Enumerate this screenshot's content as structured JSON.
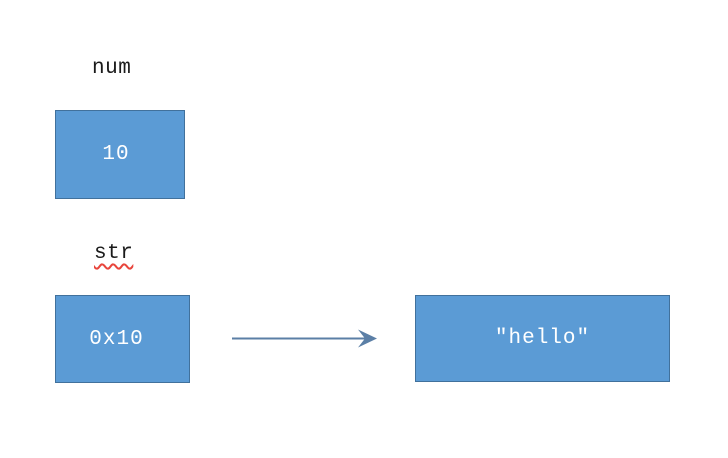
{
  "diagram": {
    "title": "pointer-variable-memory-diagram",
    "background_color": "#ffffff",
    "box_fill_color": "#5b9bd5",
    "box_border_color": "#41719c",
    "box_text_color": "#ffffff",
    "arrow_color": "#5b7fa6",
    "spellcheck_underline_color": "#e8453c",
    "labels": {
      "num": "num",
      "str": "str"
    },
    "boxes": {
      "num_value": "10",
      "pointer_value": "0x10",
      "heap_value": "″hello″"
    },
    "arrow": {
      "name": "pointer-arrow",
      "from": "0x10",
      "to": "″hello″"
    }
  }
}
